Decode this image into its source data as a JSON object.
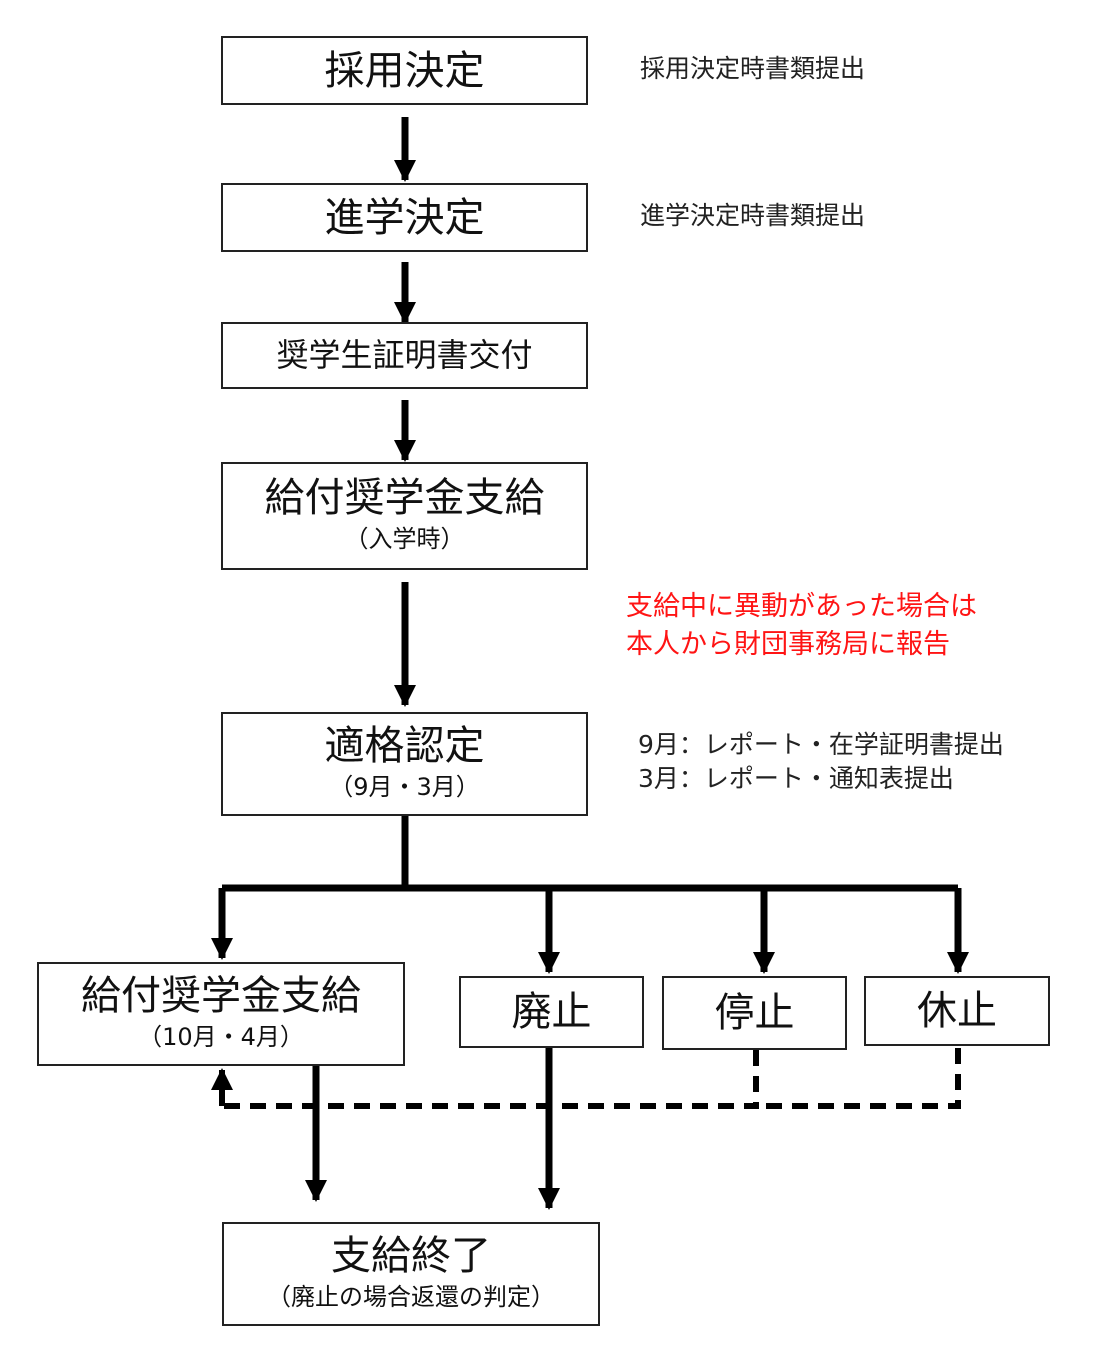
{
  "boxes": {
    "saiyo": {
      "label": "採用決定"
    },
    "shingaku": {
      "label": "進学決定"
    },
    "shomei": {
      "label": "奨学生証明書交付"
    },
    "kyufu1": {
      "label": "給付奨学金支給",
      "sub": "（入学時）"
    },
    "tekikaku": {
      "label": "適格認定",
      "sub": "（9月・3月）"
    },
    "kyufu2": {
      "label": "給付奨学金支給",
      "sub": "（10月・4月）"
    },
    "haishi": {
      "label": "廃止"
    },
    "teishi": {
      "label": "停止"
    },
    "kyushi": {
      "label": "休止"
    },
    "shuryo": {
      "label": "支給終了",
      "sub": "（廃止の場合返還の判定）"
    }
  },
  "notes": {
    "saiyo": "採用決定時書類提出",
    "shingaku": "進学決定時書類提出",
    "report": [
      "支給中に異動があった場合は",
      "本人から財団事務局に報告"
    ],
    "tekikaku": [
      "9月：レポート・在学証明書提出",
      "3月：レポート・通知表提出"
    ]
  },
  "colors": {
    "line": "#000000",
    "box_border": "#222222",
    "warning_text": "#ff1414"
  }
}
